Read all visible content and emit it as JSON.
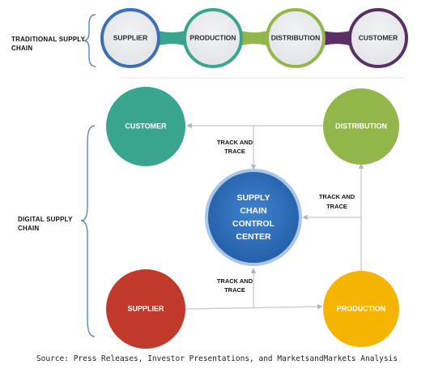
{
  "labels": {
    "traditional_line1": "TRADITIONAL SUPPLY",
    "traditional_line2": "CHAIN",
    "digital_line1": "DIGITAL SUPPLY",
    "digital_line2": "CHAIN"
  },
  "traditional_chain": [
    "SUPPLIER",
    "PRODUCTION",
    "DISTRIBUTION",
    "CUSTOMER"
  ],
  "digital_nodes": {
    "customer": "CUSTOMER",
    "distribution": "DISTRIBUTION",
    "supplier": "SUPPLIER",
    "production": "PRODUCTION",
    "center_lines": [
      "SUPPLY",
      "CHAIN",
      "CONTROL",
      "CENTER"
    ]
  },
  "track_labels": {
    "top_line1": "TRACK AND",
    "top_line2": "TRACE",
    "right_line1": "TRACK AND",
    "right_line2": "TRACE",
    "bottom_line1": "TRACK AND",
    "bottom_line2": "TRACE"
  },
  "colors": {
    "blue": "#3d6fb6",
    "teal": "#3aa58e",
    "green": "#93b64a",
    "purple": "#5b2f66",
    "red": "#c0392b",
    "orange": "#f4b400",
    "center_blue": "#2f6fbd",
    "connector": "#c8c8c8"
  },
  "source": "Source: Press Releases, Investor Presentations, and MarketsandMarkets Analysis"
}
